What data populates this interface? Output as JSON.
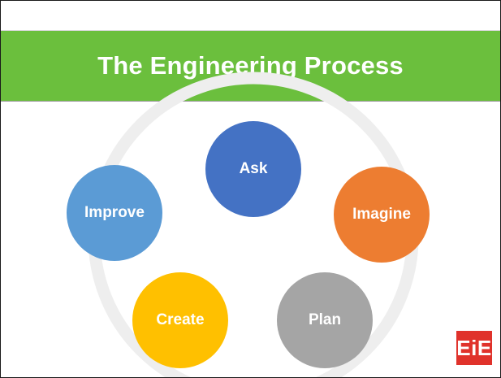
{
  "title": "The Engineering Process",
  "logo": "EiE",
  "stages": [
    {
      "label": "Ask",
      "color": "#4472c4"
    },
    {
      "label": "Imagine",
      "color": "#ed7d31"
    },
    {
      "label": "Plan",
      "color": "#a5a5a5"
    },
    {
      "label": "Create",
      "color": "#ffc000"
    },
    {
      "label": "Improve",
      "color": "#5b9bd5"
    }
  ],
  "ring_color": "#eeeeee"
}
